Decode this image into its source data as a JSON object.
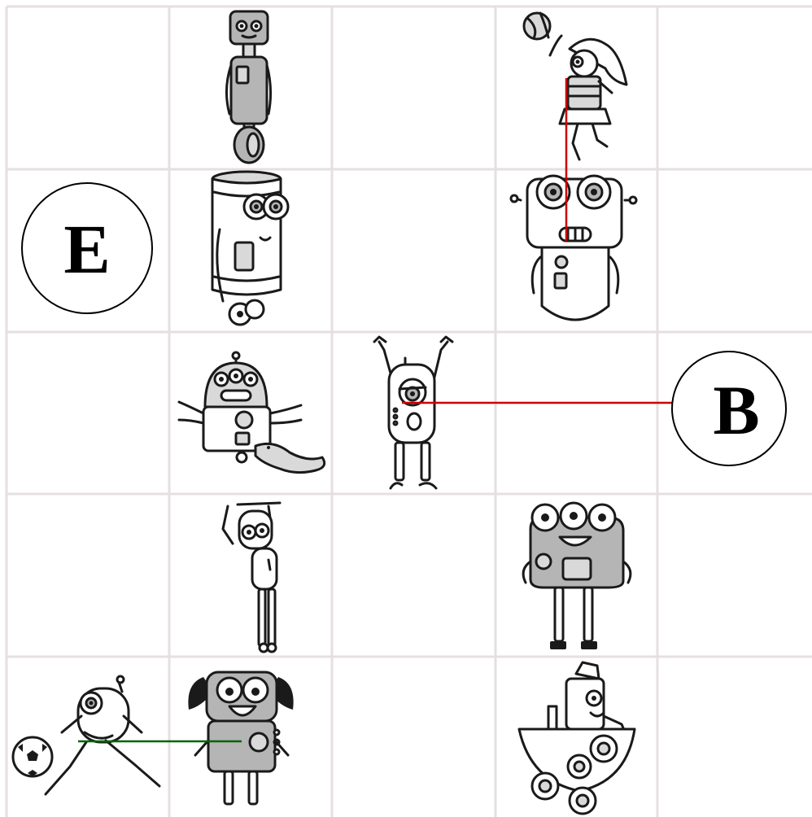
{
  "grid": {
    "rows": 5,
    "cols": 5
  },
  "labels": [
    {
      "id": "E",
      "text": "E"
    },
    {
      "id": "B",
      "text": "B"
    }
  ],
  "robots": [
    {
      "name": "unicycle-robot",
      "cell": [
        0,
        1
      ]
    },
    {
      "name": "volleyball-girl-robot",
      "cell": [
        0,
        3
      ]
    },
    {
      "name": "canister-robot-with-glasses",
      "cell": [
        1,
        1
      ]
    },
    {
      "name": "big-eyed-robot",
      "cell": [
        1,
        3
      ]
    },
    {
      "name": "round-robot-with-lizard",
      "cell": [
        2,
        1
      ]
    },
    {
      "name": "cyclops-robot-arms-up",
      "cell": [
        2,
        2
      ]
    },
    {
      "name": "stretching-robot",
      "cell": [
        3,
        1
      ]
    },
    {
      "name": "three-eyed-robot",
      "cell": [
        3,
        3
      ]
    },
    {
      "name": "soccer-robot",
      "cell": [
        4,
        0
      ]
    },
    {
      "name": "pigtail-girl-robot",
      "cell": [
        4,
        1
      ]
    },
    {
      "name": "boat-robot-with-spinner",
      "cell": [
        4,
        3
      ]
    }
  ],
  "connectors": [
    {
      "from": "volleyball-girl-robot",
      "to": "big-eyed-robot",
      "color": "#cc0000"
    },
    {
      "from": "cyclops-robot-arms-up",
      "to": "B",
      "color": "#cc0000"
    },
    {
      "from": "soccer-robot",
      "to": "pigtail-girl-robot",
      "color": "#006400"
    }
  ]
}
